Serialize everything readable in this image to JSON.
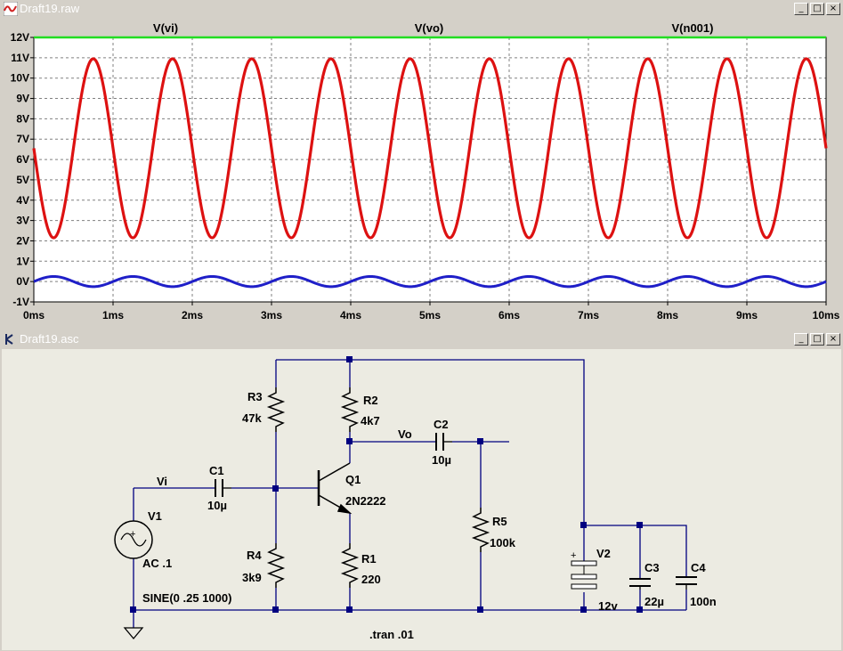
{
  "plot_window": {
    "title": "Draft19.raw",
    "buttons": [
      "_",
      "□",
      "×"
    ]
  },
  "schematic_window": {
    "title": "Draft19.asc",
    "buttons": [
      "_",
      "□",
      "×"
    ]
  },
  "colors": {
    "vi": "#1f1fc8",
    "vo": "#dd1111",
    "n001": "#22dd22",
    "wire": "#000080",
    "grid": "#808080",
    "schematic_bg": "#ecebe2"
  },
  "chart_data": {
    "type": "line",
    "x_unit": "ms",
    "xlim": [
      0,
      10
    ],
    "ylim": [
      -1,
      12
    ],
    "x_ticks": [
      "0ms",
      "1ms",
      "2ms",
      "3ms",
      "4ms",
      "5ms",
      "6ms",
      "7ms",
      "8ms",
      "9ms",
      "10ms"
    ],
    "y_ticks": [
      "12V",
      "11V",
      "10V",
      "9V",
      "8V",
      "7V",
      "6V",
      "5V",
      "4V",
      "3V",
      "2V",
      "1V",
      "0V",
      "-1V"
    ],
    "grid": true,
    "series": [
      {
        "name": "V(vi)",
        "function": "sine",
        "offset": 0,
        "amplitude": 0.25,
        "freq_hz": 1000,
        "phase_deg": 0
      },
      {
        "name": "V(vo)",
        "function": "sine",
        "offset": 6.55,
        "amplitude": 4.4,
        "freq_hz": 1000,
        "phase_deg": 180
      },
      {
        "name": "V(n001)",
        "function": "constant",
        "value": 12
      }
    ]
  },
  "schematic": {
    "components": {
      "R3": {
        "name": "R3",
        "value": "47k"
      },
      "R2": {
        "name": "R2",
        "value": "4k7"
      },
      "R4": {
        "name": "R4",
        "value": "3k9"
      },
      "R1": {
        "name": "R1",
        "value": "220"
      },
      "R5": {
        "name": "R5",
        "value": "100k"
      },
      "C1": {
        "name": "C1",
        "value": "10µ"
      },
      "C2": {
        "name": "C2",
        "value": "10µ"
      },
      "C3": {
        "name": "C3",
        "value": "22µ"
      },
      "C4": {
        "name": "C4",
        "value": "100n"
      },
      "Q1": {
        "name": "Q1",
        "value": "2N2222"
      },
      "V1": {
        "name": "V1",
        "value": "AC .1",
        "source": "SINE(0 .25 1000)"
      },
      "V2": {
        "name": "V2",
        "value": "12v"
      }
    },
    "net_labels": {
      "vi": "Vi",
      "vo": "Vo"
    },
    "directive": ".tran .01",
    "plus_sign": "+"
  }
}
